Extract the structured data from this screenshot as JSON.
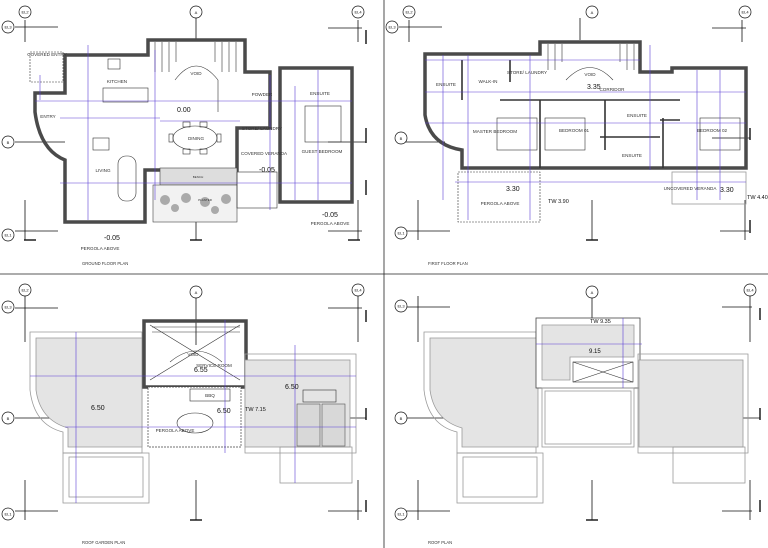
{
  "sheet": {
    "markers": {
      "el1": "EL1",
      "el2": "EL2",
      "el3": "EL3",
      "el4": "EL4",
      "section_a": "A",
      "section_b": "B"
    },
    "colors": {
      "dimension": "#5b3fd6",
      "walls": "#4a4a4a",
      "terrace_fill": "#e4e4e4"
    }
  },
  "ground_floor": {
    "title": "GROUND FLOOR PLAN",
    "rooms": {
      "covered_entry": "COVERED ENTRY",
      "entry": "ENTRY",
      "kitchen": "KITCHEN",
      "void": "VOID",
      "dining": "DINING",
      "living": "LIVING",
      "powder": "POWDER",
      "ensuite": "ENSUITE",
      "store_laundry": "STORE/ LAUNDRY",
      "covered_veranda": "COVERED VERANDA",
      "guest_bedroom": "GUEST BEDROOM",
      "bench": "BENCH",
      "planter": "PLANTER",
      "pergola_above_1": "PERGOLA ABOVE",
      "pergola_above_2": "PERGOLA ABOVE"
    },
    "levels": {
      "main": "0.00",
      "veranda": "-0.05",
      "pergola_right": "-0.05",
      "pergola_left": "-0.05"
    }
  },
  "first_floor": {
    "title": "FIRST FLOOR PLAN",
    "rooms": {
      "ensuite_master": "ENSUITE",
      "walk_in": "WALK-IN",
      "store_laundry": "STORE/ LAUNDRY",
      "void": "VOID",
      "corridor": "CORRIDOR",
      "master_bedroom": "MASTER BEDROOM",
      "bedroom_01": "BEDROOM 01",
      "ensuite_1": "ENSUITE",
      "ensuite_2": "ENSUITE",
      "bedroom_02": "BEDROOM 02",
      "pergola_above": "PERGOLA ABOVE",
      "uncovered_veranda": "UNCOVERED VERANDA"
    },
    "levels": {
      "corridor": "3.35",
      "pergola": "3.30",
      "pergola_tw": "TW 3.90",
      "veranda": "3.30",
      "veranda_tw": "TW 4.40"
    }
  },
  "roof_garden": {
    "title": "ROOF GARDEN PLAN",
    "rooms": {
      "service_room": "SERVICE ROOM",
      "void": "VOID",
      "bbq": "BBQ",
      "pergola_above": "PERGOLA ABOVE"
    },
    "levels": {
      "service": "6.55",
      "left": "6.50",
      "center": "6.50",
      "center_tw": "TW 7.15",
      "right": "6.50"
    }
  },
  "roof": {
    "title": "ROOF PLAN",
    "levels": {
      "top_tw": "TW 9.35",
      "top": "9.15"
    }
  }
}
